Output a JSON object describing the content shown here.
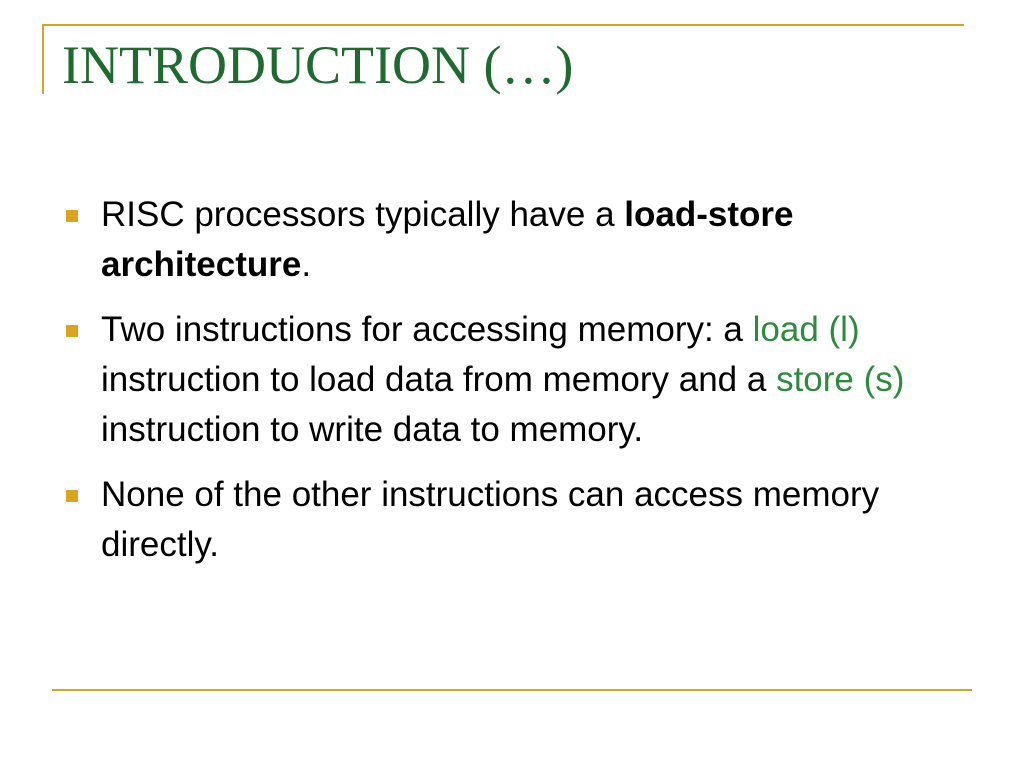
{
  "theme": {
    "accent": "#d9a521",
    "title_color": "#1f6b2f",
    "text_color": "#000000",
    "term_color": "#2e8b3d"
  },
  "slide": {
    "title": "INTRODUCTION (…)",
    "bullets": [
      {
        "marker_icon": "square-bullet-icon",
        "text1": "RISC processors typically have a ",
        "bold1": "load-store architecture",
        "text2": "."
      },
      {
        "marker_icon": "square-bullet-icon",
        "text1": "Two instructions for accessing memory: a ",
        "term1": "load (l)",
        "text2": " instruction to load data from memory and a ",
        "term2": "store (s)",
        "text3": " instruction to write data to memory."
      },
      {
        "marker_icon": "square-bullet-icon",
        "text1": "None of the other instructions can access memory directly."
      }
    ]
  }
}
